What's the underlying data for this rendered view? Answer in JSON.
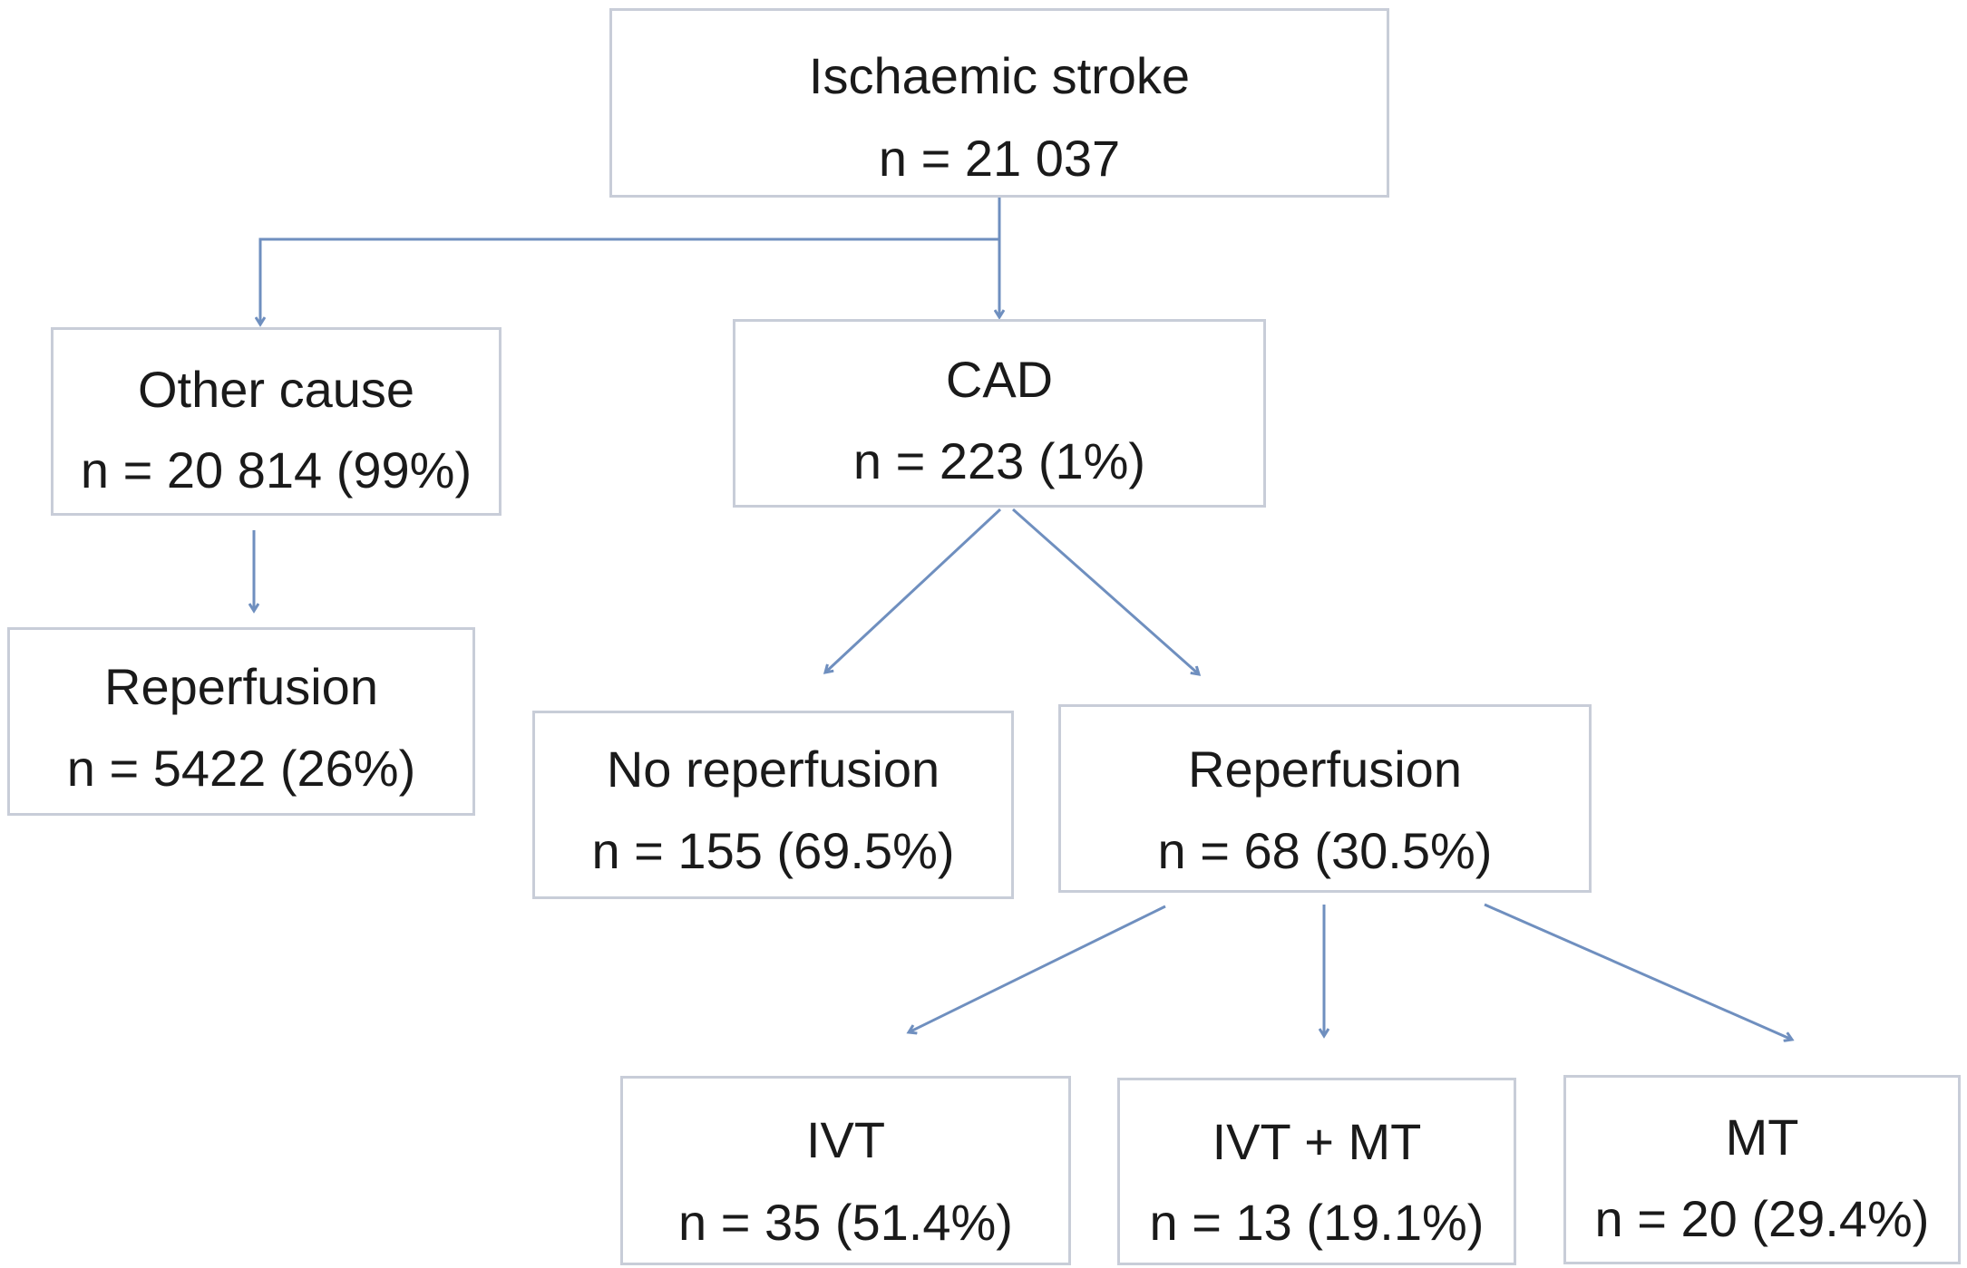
{
  "nodes": {
    "ischaemic": {
      "label": "Ischaemic stroke",
      "count": "n = 21 037"
    },
    "other": {
      "label": "Other cause",
      "count": "n = 20 814 (99%)"
    },
    "cad": {
      "label": "CAD",
      "count": "n = 223 (1%)"
    },
    "other_reperfusion": {
      "label": "Reperfusion",
      "count": "n = 5422 (26%)"
    },
    "no_reperfusion": {
      "label": "No reperfusion",
      "count": "n = 155 (69.5%)"
    },
    "cad_reperfusion": {
      "label": "Reperfusion",
      "count": "n = 68 (30.5%)"
    },
    "ivt": {
      "label": "IVT",
      "count": "n = 35 (51.4%)"
    },
    "ivt_mt": {
      "label": "IVT + MT",
      "count": "n = 13 (19.1%)"
    },
    "mt": {
      "label": "MT",
      "count": "n = 20 (29.4%)"
    }
  },
  "colors": {
    "arrow": "#6f8fbf",
    "border": "#c8cdd8"
  }
}
